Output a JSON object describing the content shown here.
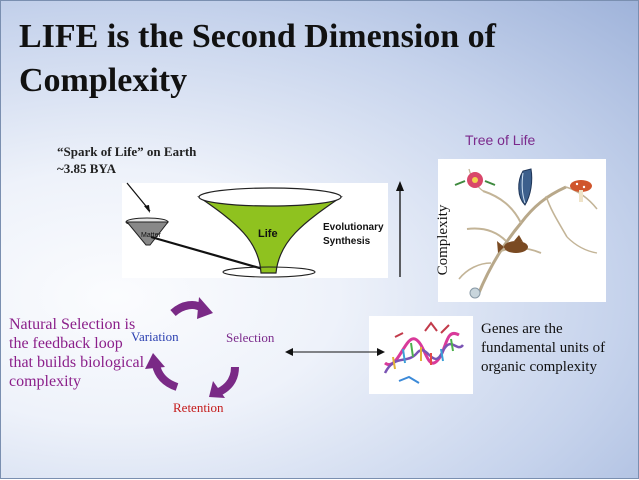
{
  "slide": {
    "title": "LIFE is the Second Dimension of Complexity",
    "spark_of_life": "“Spark of Life” on Earth ~3.85 BYA",
    "funnel": {
      "matter": "Matter",
      "life": "Life",
      "evolutionary_synthesis_line1": "Evolutionary",
      "evolutionary_synthesis_line2": "Synthesis"
    },
    "tree_of_life": "Tree of Life",
    "complexity_axis": "Complexity",
    "natural_selection": "Natural Selection is the feedback loop that builds biological complexity",
    "cycle": {
      "variation": "Variation",
      "selection": "Selection",
      "retention": "Retention"
    },
    "genes": "Genes are the fundamental units of organic complexity"
  },
  "colors": {
    "title": "#111111",
    "purple": "#8b1f8a",
    "cycle_arrow": "#7a2a86",
    "funnel_green": "#8fc21f",
    "variation": "#2a3fb0",
    "retention": "#c41a1a"
  }
}
